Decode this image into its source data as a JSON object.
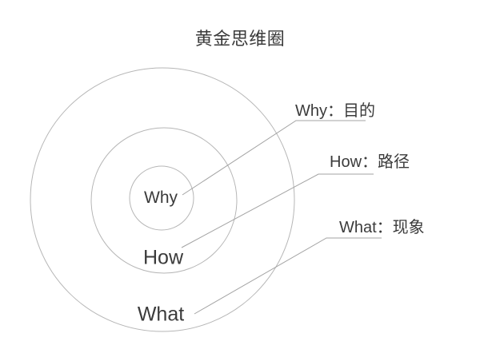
{
  "title": "黄金思维圈",
  "rings": {
    "why": {
      "label": "Why",
      "annotation": "Why：目的"
    },
    "how": {
      "label": "How",
      "annotation": "How：路径"
    },
    "what": {
      "label": "What",
      "annotation": "What：现象"
    }
  },
  "colors": {
    "background": "#ffffff",
    "circle_stroke": "#b6b6b6",
    "callout_line": "#a3a3a3",
    "text": "#3b3b3b"
  }
}
